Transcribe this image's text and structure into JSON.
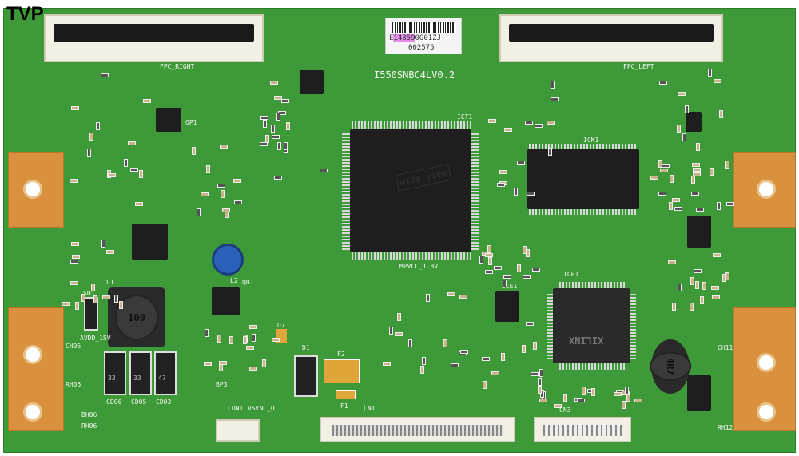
{
  "watermark": "TVP",
  "barcode_label": {
    "line1": "E148590G01ZJ",
    "highlighted": "148590",
    "line2": "002575"
  },
  "board_model": "I550SNBC4LV0.2",
  "labels": {
    "fpc_right": "FPC_RIGHT",
    "fpc_left": "FPC_LEFT",
    "ict1": "ICT1",
    "icp1": "ICP1",
    "icm1": "ICM1",
    "l1": "L1",
    "l2": "L2",
    "sd1": "SD1",
    "cd06": "CD06",
    "cd05": "CD05",
    "cd03": "CD03",
    "cn1": "CN1",
    "cn3": "CN3",
    "con1": "CON1",
    "vsync": "VSYNC_O",
    "f1": "F1",
    "f2": "F2",
    "d1": "D1",
    "op1": "OP1",
    "ice1": "ICE1",
    "avdd": "AVDD_15V",
    "mpvcc": "MPVCC_1.8V",
    "qd1": "QD1",
    "d7": "D7",
    "bp3": "BP3",
    "ch05": "CH05",
    "rh05": "RH05",
    "bh06": "BH06",
    "rh06": "RH06",
    "ch11": "CH11",
    "rh12": "RH12"
  },
  "chip_markings": {
    "main": "wide view",
    "fpga": "XILINX",
    "inductor_left": "100",
    "inductor_right": "4R7",
    "cap_a": "33",
    "cap_b": "33",
    "cap_c": "47"
  },
  "colors": {
    "board": "#3e9a38",
    "pad": "#d9913e",
    "chip": "#1e1e1e",
    "label_highlight": "#e58be8"
  }
}
